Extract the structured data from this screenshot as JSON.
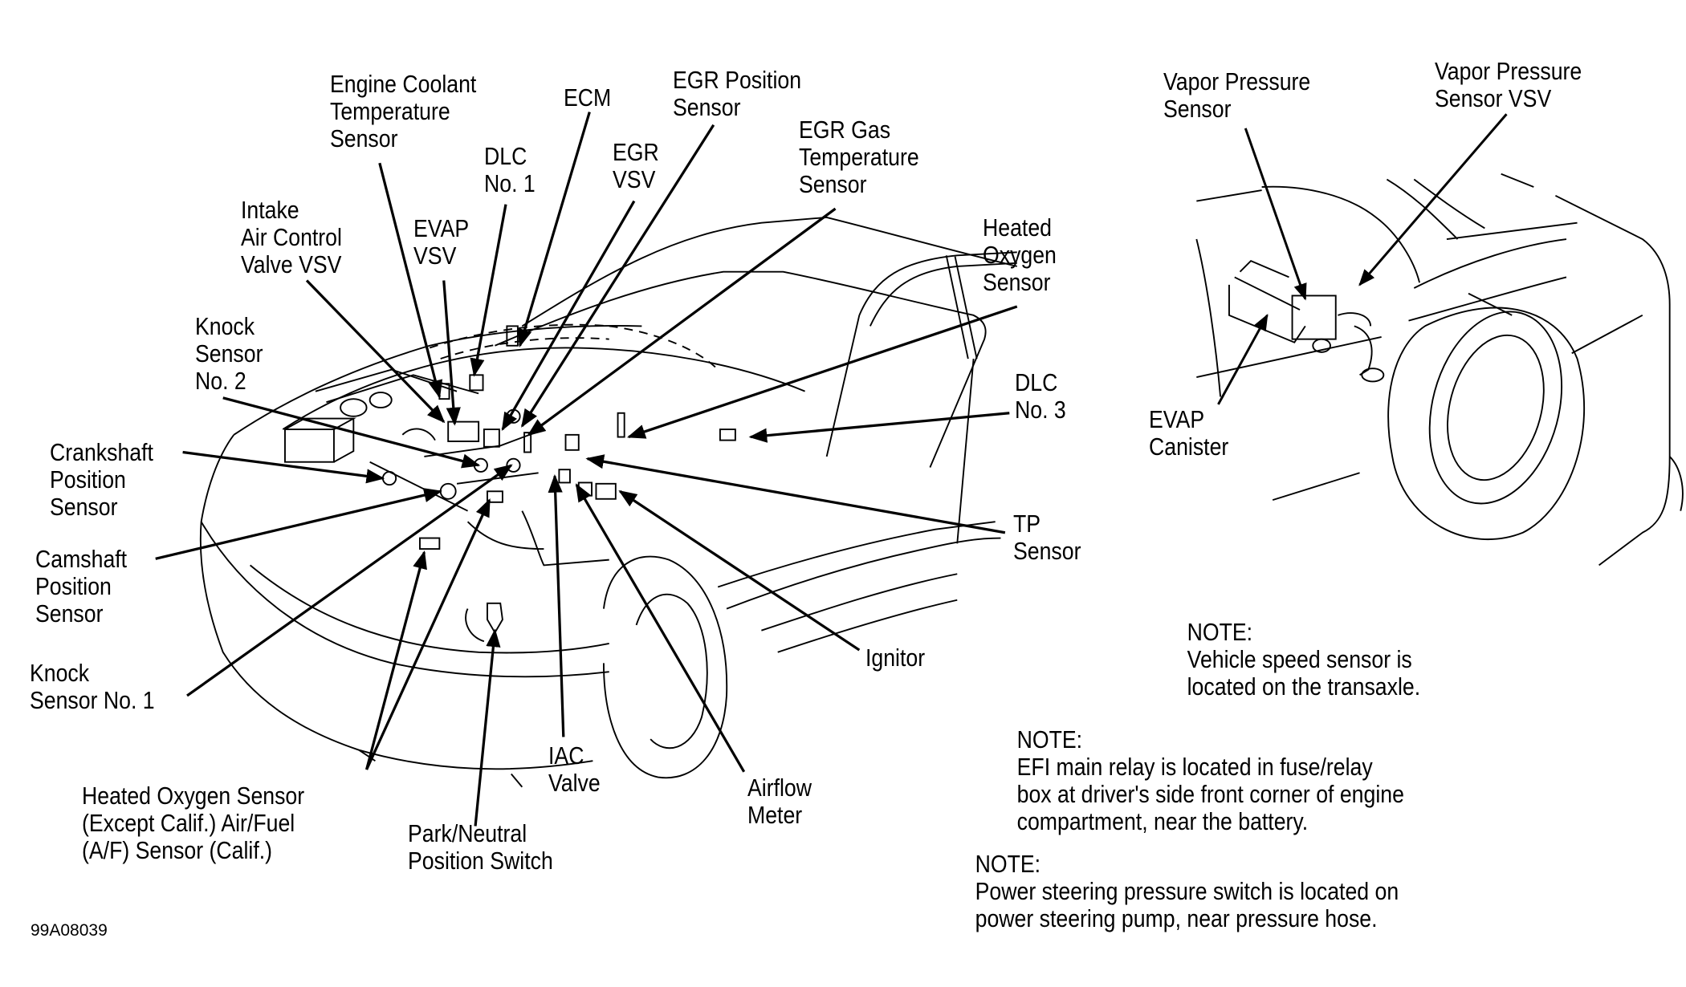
{
  "diagram": {
    "type": "component-location-diagram",
    "figure_id": "99A08039",
    "main_view_labels": [
      {
        "id": "ect",
        "text": "Engine Coolant\nTemperature\nSensor"
      },
      {
        "id": "ecm",
        "text": "ECM"
      },
      {
        "id": "egrpos",
        "text": "EGR Position\nSensor"
      },
      {
        "id": "dlc1",
        "text": "DLC\nNo. 1"
      },
      {
        "id": "egrvsv",
        "text": "EGR\nVSV"
      },
      {
        "id": "egrgas",
        "text": "EGR Gas\nTemperature\nSensor"
      },
      {
        "id": "iacv",
        "text": "Intake\nAir Control\nValve VSV"
      },
      {
        "id": "evapvsv",
        "text": "EVAP\nVSV"
      },
      {
        "id": "ho2top",
        "text": "Heated\nOxygen\nSensor"
      },
      {
        "id": "ks2",
        "text": "Knock\nSensor\nNo. 2"
      },
      {
        "id": "dlc3",
        "text": "DLC\nNo. 3"
      },
      {
        "id": "ckp",
        "text": "Crankshaft\nPosition\nSensor"
      },
      {
        "id": "tp",
        "text": "TP\nSensor"
      },
      {
        "id": "cmp",
        "text": "Camshaft\nPosition\nSensor"
      },
      {
        "id": "ignitor",
        "text": "Ignitor"
      },
      {
        "id": "ks1",
        "text": "Knock\nSensor No. 1"
      },
      {
        "id": "iac",
        "text": "IAC\nValve"
      },
      {
        "id": "airflow",
        "text": "Airflow\nMeter"
      },
      {
        "id": "ho2bot",
        "text": "Heated Oxygen Sensor\n(Except Calif.) Air/Fuel\n(A/F) Sensor (Calif.)"
      },
      {
        "id": "pnp",
        "text": "Park/Neutral\nPosition Switch"
      }
    ],
    "inset_view_labels": [
      {
        "id": "vps",
        "text": "Vapor Pressure\nSensor"
      },
      {
        "id": "vpsvsv",
        "text": "Vapor Pressure\nSensor VSV"
      },
      {
        "id": "canister",
        "text": "EVAP\nCanister"
      }
    ],
    "notes": [
      {
        "head": "NOTE:",
        "body": "Vehicle speed sensor is\nlocated on the transaxle."
      },
      {
        "head": "NOTE:",
        "body": "EFI main relay is located in fuse/relay\nbox at driver's side front corner of engine\ncompartment, near the battery."
      },
      {
        "head": "NOTE:",
        "body": "Power steering pressure switch is located on\npower steering pump, near pressure hose."
      }
    ]
  }
}
